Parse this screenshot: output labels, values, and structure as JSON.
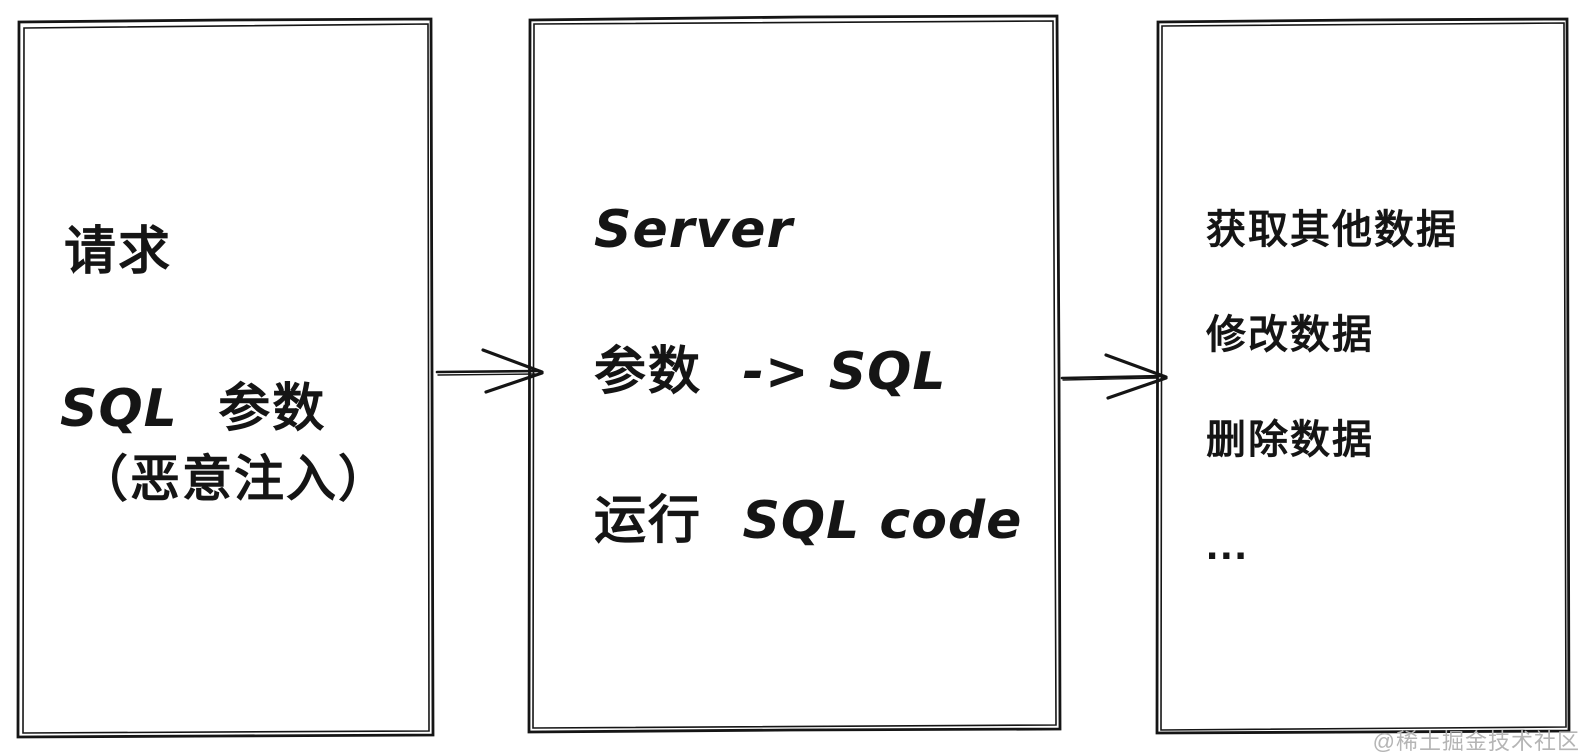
{
  "diagram": {
    "colors": {
      "ink": "#151515",
      "background": "#ffffff",
      "watermark": "#b5b5b5"
    },
    "boxes": [
      {
        "name": "request-box",
        "lines": [
          {
            "segments": [
              {
                "style": "cn",
                "text": "请求"
              }
            ]
          },
          {
            "segments": [
              {
                "style": "hand",
                "text": "SQL"
              },
              {
                "style": "cn",
                "text": "参数"
              }
            ]
          },
          {
            "segments": [
              {
                "style": "cn",
                "text": "（恶意注入）"
              }
            ]
          }
        ]
      },
      {
        "name": "server-box",
        "lines": [
          {
            "segments": [
              {
                "style": "hand",
                "text": "Server"
              }
            ]
          },
          {
            "segments": [
              {
                "style": "cn",
                "text": "参数"
              },
              {
                "style": "hand",
                "text": "-> SQL"
              }
            ]
          },
          {
            "segments": [
              {
                "style": "cn",
                "text": "运行"
              },
              {
                "style": "hand",
                "text": "SQL code"
              }
            ]
          }
        ]
      },
      {
        "name": "consequences-box",
        "lines": [
          {
            "segments": [
              {
                "style": "cn",
                "text": "获取其他数据"
              }
            ]
          },
          {
            "segments": [
              {
                "style": "cn",
                "text": "修改数据"
              }
            ]
          },
          {
            "segments": [
              {
                "style": "cn",
                "text": "删除数据"
              }
            ]
          },
          {
            "segments": [
              {
                "style": "cn",
                "text": "..."
              }
            ]
          }
        ]
      }
    ],
    "arrows": [
      {
        "name": "arrow-request-to-server",
        "direction": "right"
      },
      {
        "name": "arrow-server-to-consequences",
        "direction": "right"
      }
    ],
    "watermark": "@稀土掘金技术社区"
  }
}
